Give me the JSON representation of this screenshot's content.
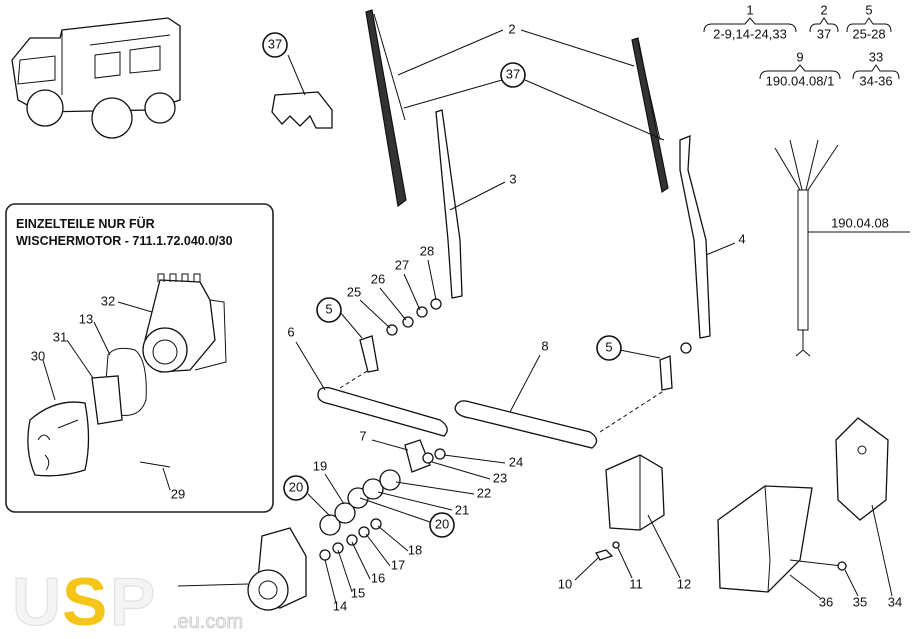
{
  "legend": {
    "groups": [
      {
        "parent": "1",
        "children": "2-9,14-24,33"
      },
      {
        "parent": "2",
        "children": "37"
      },
      {
        "parent": "5",
        "children": "25-28"
      },
      {
        "parent": "9",
        "children": "190.04.08/1"
      },
      {
        "parent": "33",
        "children": "34-36"
      }
    ]
  },
  "inset": {
    "title_line1": "EINZELTEILE NUR FÜR",
    "title_line2": "WISCHERMOTOR - 711.1.72.040.0/30",
    "labels": {
      "p32": "32",
      "p13": "13",
      "p31": "31",
      "p30": "30",
      "p29": "29"
    }
  },
  "labels": {
    "p2": "2",
    "p37a": "37",
    "p37b": "37",
    "p3": "3",
    "p4": "4",
    "p28": "28",
    "p27": "27",
    "p26": "26",
    "p25": "25",
    "p5a": "5",
    "p5b": "5",
    "p6": "6",
    "p8": "8",
    "p7": "7",
    "p24": "24",
    "p23": "23",
    "p22": "22",
    "p21": "21",
    "p20a": "20",
    "p20b": "20",
    "p19": "19",
    "p18": "18",
    "p17": "17",
    "p16": "16",
    "p15": "15",
    "p14": "14",
    "p10": "10",
    "p11": "11",
    "p12": "12",
    "p36": "36",
    "p35": "35",
    "p34": "34",
    "cable": "190.04.08"
  },
  "watermark": {
    "brand_u": "U",
    "brand_s": "S",
    "brand_p": "P",
    "domain": ".eu.com"
  }
}
